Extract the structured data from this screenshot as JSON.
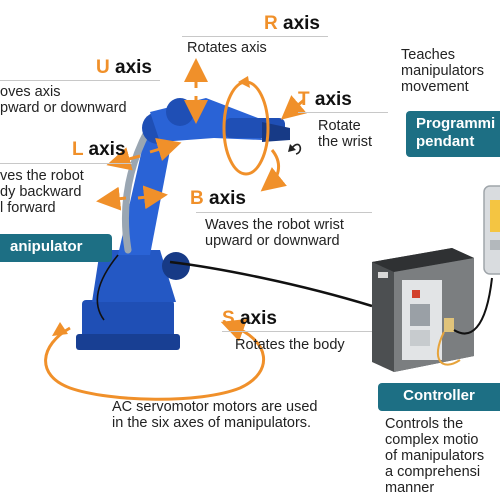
{
  "axes": {
    "r": {
      "letter": "R",
      "word": " axis",
      "description": "Rotates axis"
    },
    "u": {
      "letter": "U",
      "word": " axis",
      "description": "oves axis\npward or downward"
    },
    "t": {
      "letter": "T",
      "word": " axis",
      "description": "Rotate\nthe wrist"
    },
    "l": {
      "letter": "L",
      "word": " axis",
      "description": "ves the robot\ndy backward\nl forward"
    },
    "b": {
      "letter": "B",
      "word": " axis",
      "description": "Waves the robot wrist\nupward or downward"
    },
    "s": {
      "letter": "S",
      "word": " axis",
      "description": "Rotates the body"
    }
  },
  "labels": {
    "manipulator": "anipulator",
    "programming_pendant": "Programmi\npendant",
    "controller": "Controller"
  },
  "notes": {
    "pendant": "Teaches\nmanipulators\nmovement",
    "controller": "Controls the\ncomplex motio\nof manipulators\na comprehensi\nmanner",
    "servomotor": "AC servomotor motors are used\nin the six axes of manipulators."
  },
  "colors": {
    "accent": "#f0902a",
    "robot_blue": "#1f4fb5",
    "label_teal": "#1d6f84",
    "controller_gray": "#6e7173"
  }
}
